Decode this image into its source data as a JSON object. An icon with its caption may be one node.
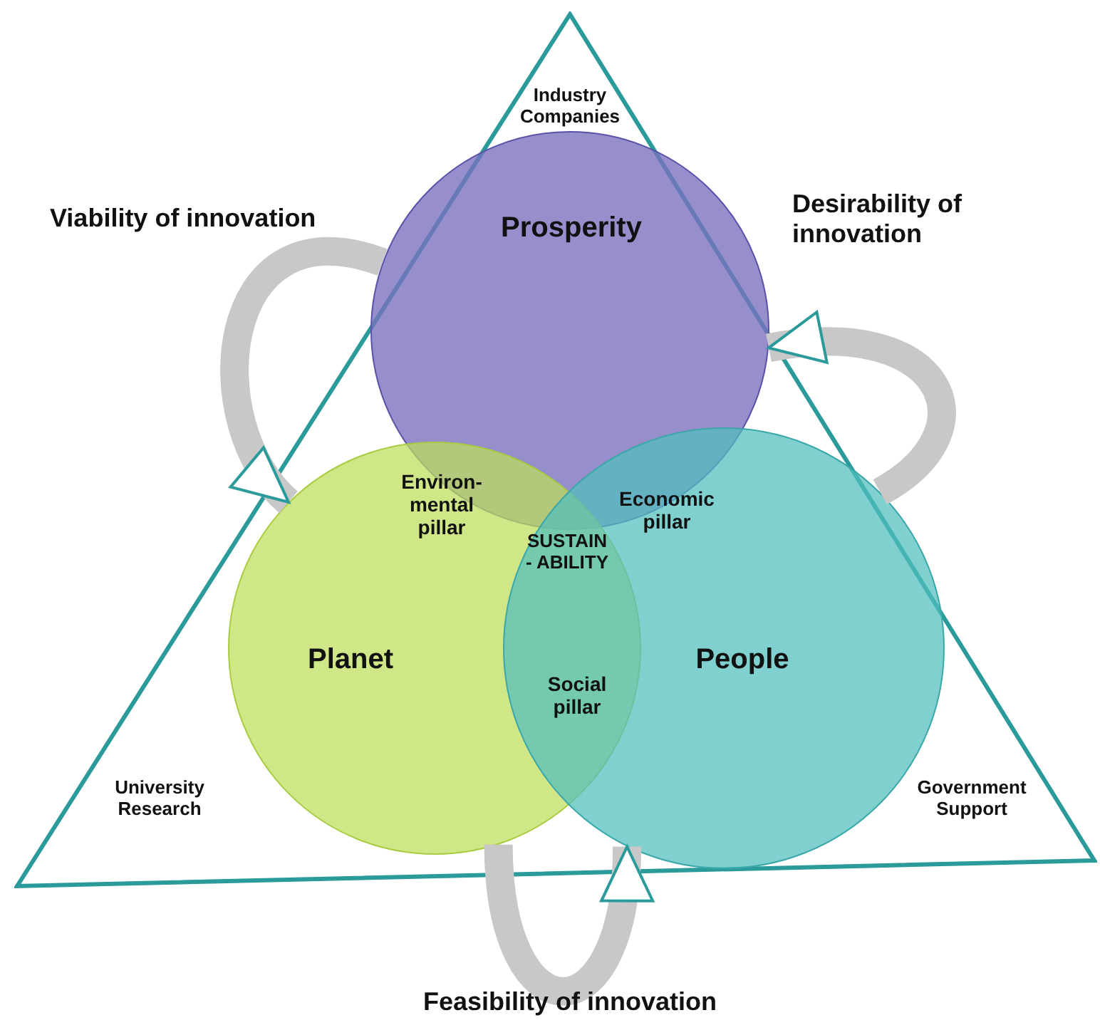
{
  "diagram": {
    "nodes": [
      {
        "text": [
          "Industry Companies",
          "University Research",
          "Government Support"
        ]
      },
      {
        "text": [
          "Prosperity"
        ],
        "in": 0
      },
      {
        "text": [
          "Planet"
        ],
        "in": 0
      },
      {
        "text": [
          "People"
        ],
        "in": 0
      }
    ],
    "edges": [
      {
        "from": 1,
        "to": 2,
        "arrow": "to"
      },
      {
        "from": 2,
        "to": 3,
        "arrow": "to"
      },
      {
        "from": 3,
        "to": 1,
        "arrow": "to"
      }
    ],
    "labels": [
      "Viability of innovation",
      "Desirability of innovation",
      "Environ- mental pillar",
      "Economic pillar",
      "SUSTAIN - ABILITY",
      "Social pillar",
      "Feasibility of innovation"
    ]
  }
}
